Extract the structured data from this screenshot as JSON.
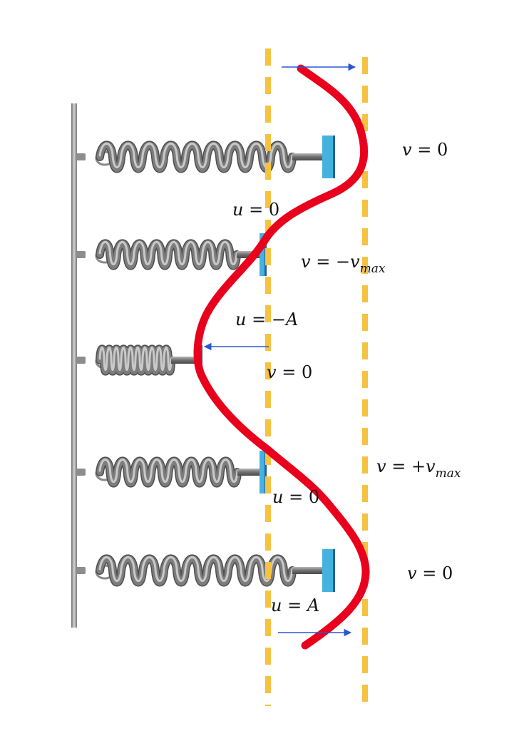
{
  "colors": {
    "wave": "#e8001c",
    "guide": "#f5c242",
    "arrow": "#2a56d4",
    "mass": "#45b3e0",
    "wall": "#8a8a8a",
    "spring": "#7d7d7d"
  },
  "labels": {
    "v_top": {
      "lhs": "v",
      "eq": " = ",
      "rhs": "0"
    },
    "u_zero_1": {
      "lhs": "u",
      "eq": " = ",
      "rhs": "0"
    },
    "v_minus": {
      "lhs": "v",
      "eq": " = ",
      "sign": "−",
      "var": "v",
      "sub": "max"
    },
    "u_minus_a": {
      "lhs": "u",
      "eq": " = ",
      "sign": "−",
      "var": "A"
    },
    "v_mid": {
      "lhs": "v",
      "eq": " = ",
      "rhs": "0"
    },
    "v_plus": {
      "lhs": "v",
      "eq": " = ",
      "sign": "+",
      "var": "v",
      "sub": "max"
    },
    "u_zero_2": {
      "lhs": "u",
      "eq": " = ",
      "rhs": "0"
    },
    "v_bottom": {
      "lhs": "v",
      "eq": " = ",
      "rhs": "0"
    },
    "u_a": {
      "lhs": "u",
      "eq": " = ",
      "var": "A"
    }
  },
  "springs": [
    {
      "name": "spring-1",
      "displacement": "A"
    },
    {
      "name": "spring-2",
      "displacement": "0"
    },
    {
      "name": "spring-3",
      "displacement": "-A"
    },
    {
      "name": "spring-4",
      "displacement": "0"
    },
    {
      "name": "spring-5",
      "displacement": "A"
    }
  ]
}
